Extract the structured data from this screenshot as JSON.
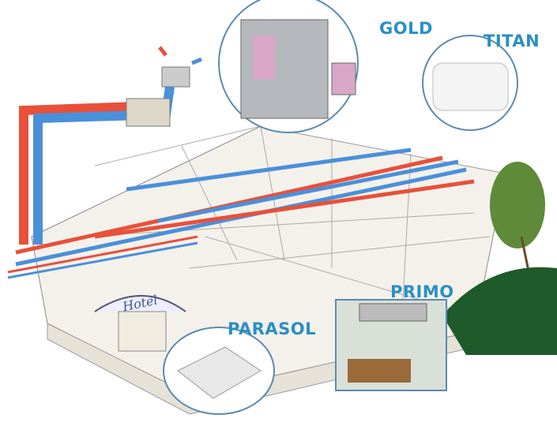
{
  "labels": {
    "gold": "GOLD",
    "titan": "TITAN",
    "primo": "PRIMO",
    "parasol": "PARASOL",
    "hotel_sign": "Hotel"
  },
  "colors": {
    "label": "#2a8fc4",
    "supply_duct": "#e8503a",
    "exhaust_duct": "#4a90d9",
    "callout_border": "#5a8ab0"
  }
}
